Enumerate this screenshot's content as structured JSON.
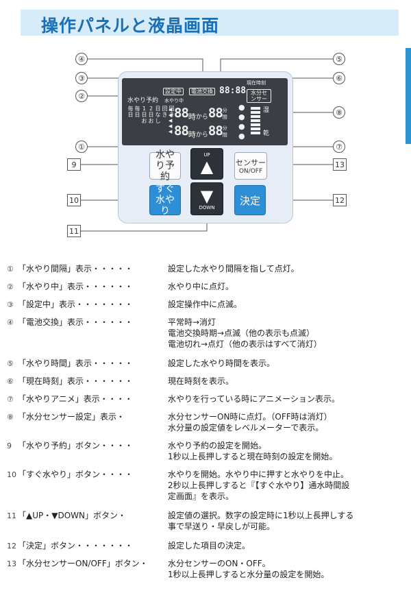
{
  "title": "操作パネルと液晶画面",
  "lcd": {
    "current_time_label": "現在時刻",
    "current_time_value": "88:88",
    "mizuyari_yoyaku": "水やり予約",
    "setting_badge": "設定中",
    "battery_badge": "電池交換",
    "watering_badge": "水やり中",
    "interval_cols": [
      "毎日",
      "毎日",
      "1日お",
      "2日お",
      "日なし",
      "回き",
      "回き"
    ],
    "time_row1": {
      "hour": "88",
      "ji": "時",
      "kara": "から",
      "min": "88",
      "bun": "分間"
    },
    "time_row2": {
      "hour": "88",
      "ji": "時",
      "kara": "から",
      "min": "88",
      "bun": "分間"
    },
    "sensor_box": "水分センサー",
    "wet": "湿",
    "dry": "乾"
  },
  "buttons": {
    "yoyaku": "水やり予約",
    "sugu": "すぐ水やり",
    "up": "UP",
    "down": "DOWN",
    "sensor": "センサー",
    "onoff": "ON/OFF",
    "kettei": "決定"
  },
  "callouts": {
    "c1": "①",
    "c2": "②",
    "c3": "③",
    "c4": "④",
    "c5": "⑤",
    "c6": "⑥",
    "c7": "⑦",
    "c8": "⑧",
    "c9": "9",
    "c10": "10",
    "c11": "11",
    "c12": "12",
    "c13": "13"
  },
  "descriptions": [
    {
      "mark": "①",
      "label": "「水やり間隔」表示・・・・・",
      "text": [
        "設定した水やり間隔を指して点灯。"
      ]
    },
    {
      "mark": "②",
      "label": "「水やり中」表示・・・・・・",
      "text": [
        "水やり中に点灯。"
      ]
    },
    {
      "mark": "③",
      "label": "「設定中」表示・・・・・・・",
      "text": [
        "設定操作中に点滅。"
      ]
    },
    {
      "mark": "④",
      "label": "「電池交換」表示・・・・・・",
      "text": [
        "平常時→消灯",
        "電池交換時期→点滅（他の表示も点滅）",
        "電池切れ→点灯（他の表示はすべて消灯）"
      ]
    },
    {
      "mark": "⑤",
      "label": "「水やり時間」表示・・・・・",
      "text": [
        "設定した水やり時間を表示。"
      ]
    },
    {
      "mark": "⑥",
      "label": "「現在時刻」表示・・・・・・",
      "text": [
        "現在時刻を表示。"
      ]
    },
    {
      "mark": "⑦",
      "label": "「水やりアニメ」表示・・・・",
      "text": [
        "水やりを行っている時にアニメーション表示。"
      ]
    },
    {
      "mark": "⑧",
      "label": "「水分センサー設定」表示・",
      "text": [
        "水分センサーON時に点灯。（OFF時は消灯）",
        "水分量の設定値をレベルメーターで表示。"
      ]
    },
    {
      "mark": "9",
      "label": "「水やり予約」ボタン・・・・",
      "text": [
        "水やり予約の設定を開始。",
        "1秒以上長押しすると現在時刻の設定を開始。"
      ]
    },
    {
      "mark": "10",
      "label": "「すぐ水やり」ボタン・・・・",
      "text": [
        "水やりを開始。水やり中に押すと水やりを中止。",
        "2秒以上長押しすると『【すぐ水やり】通水時間設",
        "定画面』を表示。"
      ]
    },
    {
      "mark": "11",
      "label": "「▲UP・▼DOWN」ボタン・",
      "text": [
        "設定値の選択。数字の設定時に1秒以上長押しする",
        "事で早送り・早戻しが可能。"
      ]
    },
    {
      "mark": "12",
      "label": "「決定」ボタン・・・・・・・",
      "text": [
        "設定した項目の決定。"
      ]
    },
    {
      "mark": "13",
      "label": "「水分センサーON/OFF」ボタン・",
      "text": [
        "水分センサーのON・OFF。",
        "1秒以上長押しすると水分量の設定を開始。"
      ]
    }
  ],
  "colors": {
    "accent": "#1b6fb4",
    "title_bg": "#d6ecf8",
    "button_blue": "#2f8fd6",
    "lcd": "#3b3f45"
  }
}
